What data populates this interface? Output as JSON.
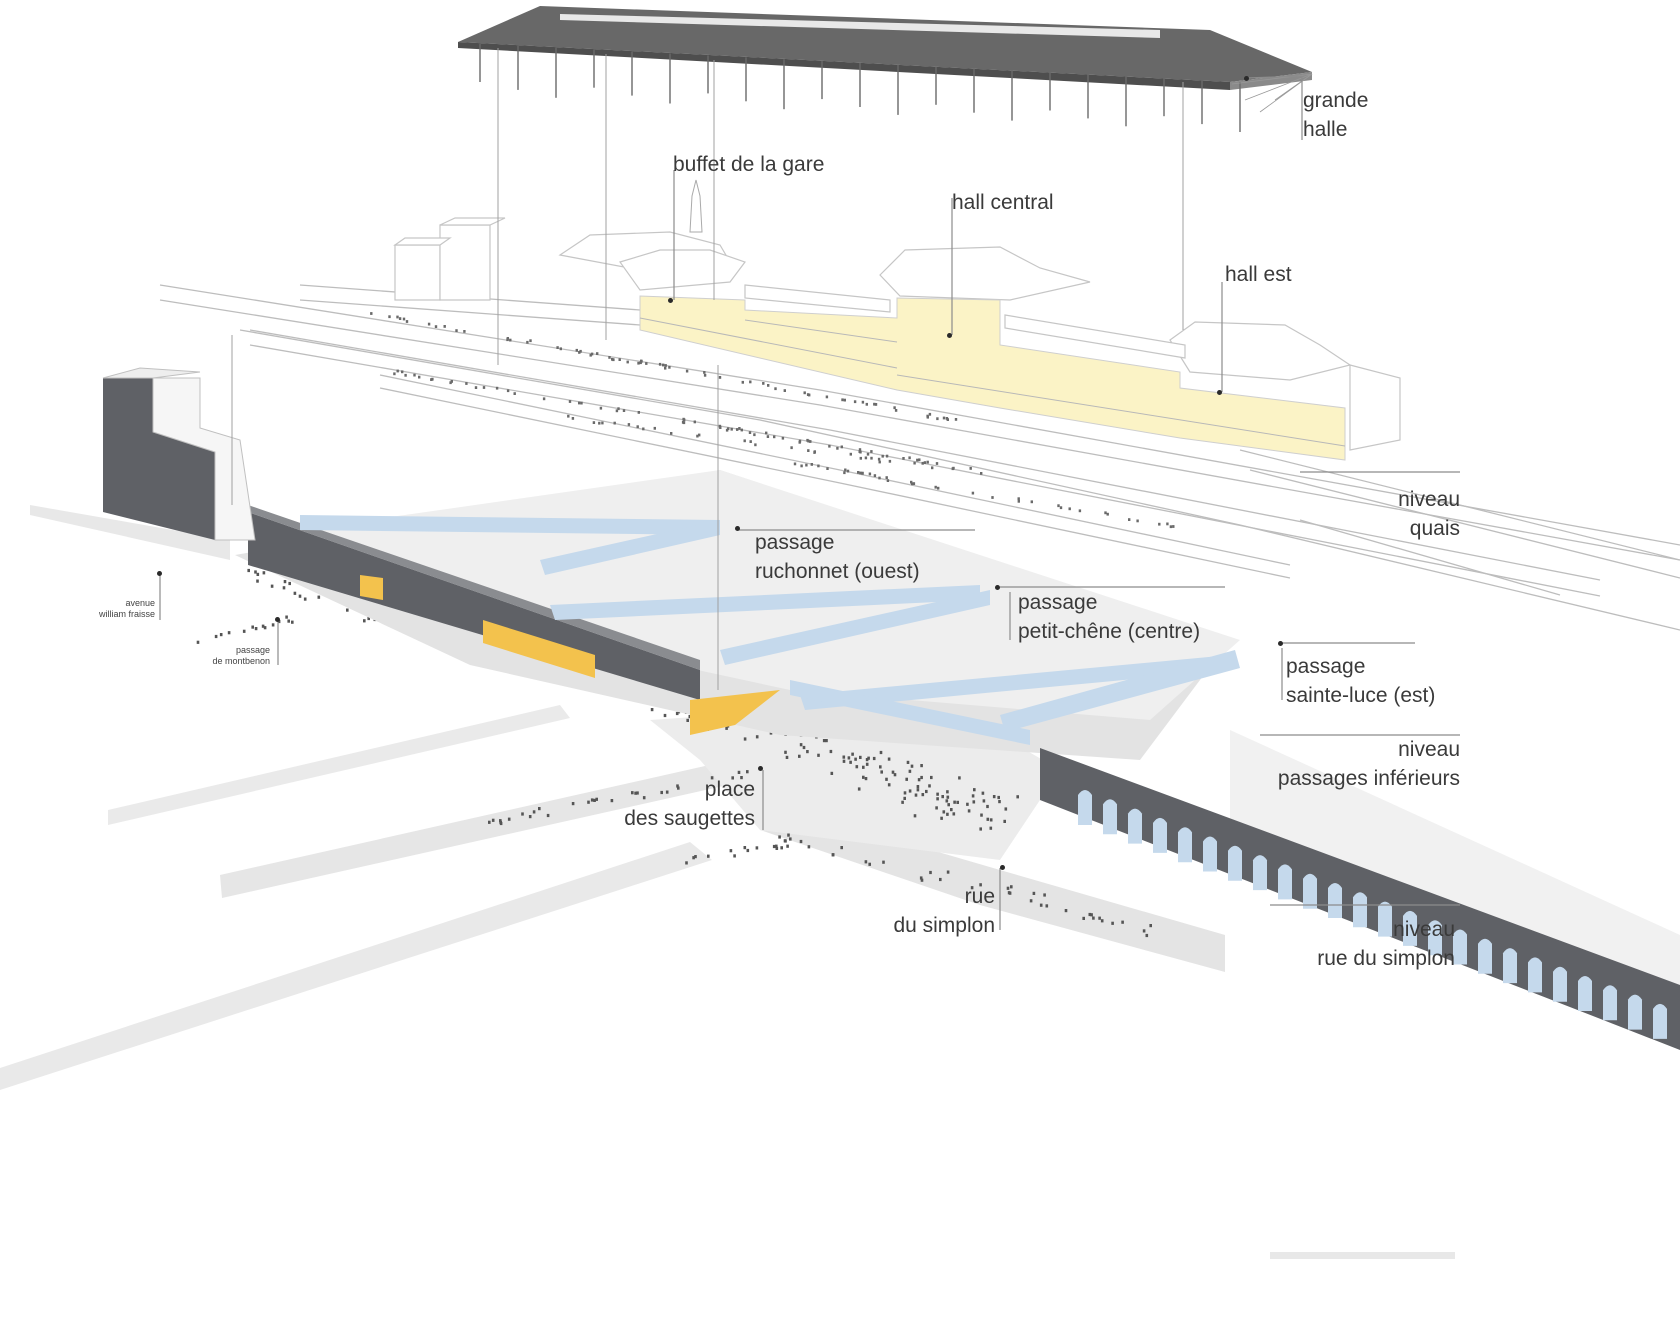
{
  "labels": {
    "grande_halle": [
      "grande",
      "halle"
    ],
    "buffet": "buffet de la gare",
    "hall_central": "hall central",
    "hall_est": "hall est",
    "niveau_quais": [
      "niveau",
      "quais"
    ],
    "passage_ruchonnet": [
      "passage",
      "ruchonnet (ouest)"
    ],
    "passage_petit_chene": [
      "passage",
      "petit-chêne (centre)"
    ],
    "passage_sainte_luce": [
      "passage",
      "sainte-luce (est)"
    ],
    "niveau_passages": [
      "niveau",
      "passages inférieurs"
    ],
    "place_saugettes": [
      "place",
      "des saugettes"
    ],
    "rue_simplon": [
      "rue",
      "du simplon"
    ],
    "niveau_rue": [
      "niveau",
      "rue du simplon"
    ],
    "avenue_william_fraisse": [
      "avenue",
      "william fraisse"
    ],
    "passage_montbenon": [
      "passage",
      "de montbenon"
    ]
  },
  "colors": {
    "roof": "#6b6b6b",
    "dark_wall": "#5f6166",
    "hall_fill": "#fbf3c6",
    "passage_blue": "#c5d9ec",
    "accent_orange": "#f3c24d",
    "ground": "#e6e6e6",
    "line": "#8c8c8c",
    "text": "#3a3a3a"
  }
}
